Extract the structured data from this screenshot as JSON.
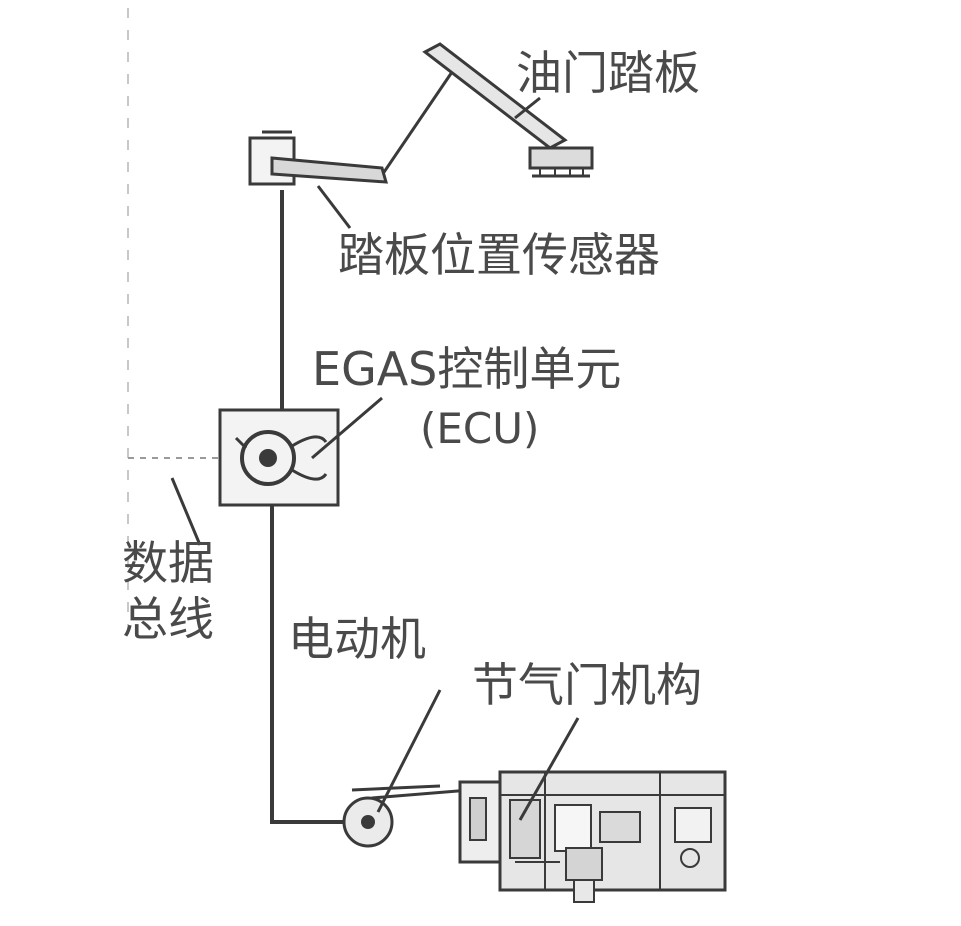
{
  "diagram": {
    "labels": {
      "accelerator_pedal": "油门踏板",
      "pedal_position_sensor": "踏板位置传感器",
      "egas_control_unit": "EGAS控制单元",
      "ecu": "(ECU)",
      "data_bus_line1": "数据",
      "data_bus_line2": "总线",
      "electric_motor": "电动机",
      "throttle_mechanism": "节气门机构"
    },
    "colors": {
      "line": "#3a3a3a",
      "box_fill": "#f3f3f3",
      "component_fill": "#e4e4e4",
      "text": "#4a4a4a",
      "dashed": "#9a9a9a"
    }
  }
}
